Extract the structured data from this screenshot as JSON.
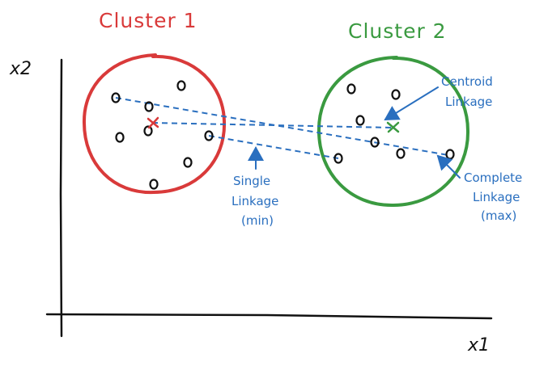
{
  "colors": {
    "cluster1": "#d93a3a",
    "cluster2": "#3a9a40",
    "annotation": "#2a6fbf",
    "ink": "#111111"
  },
  "axes": {
    "x_label": "x1",
    "y_label": "x2"
  },
  "clusters": [
    {
      "label": "Cluster 1",
      "color_key": "cluster1"
    },
    {
      "label": "Cluster 2",
      "color_key": "cluster2"
    }
  ],
  "annotations": {
    "centroid": [
      "Centroid",
      "Linkage"
    ],
    "complete": [
      "Complete",
      "Linkage",
      "(max)"
    ],
    "single": [
      "Single",
      "Linkage",
      "(min)"
    ]
  },
  "icons": {
    "point": "circle",
    "centroid_marker": "x-mark",
    "arrow": "arrow"
  }
}
